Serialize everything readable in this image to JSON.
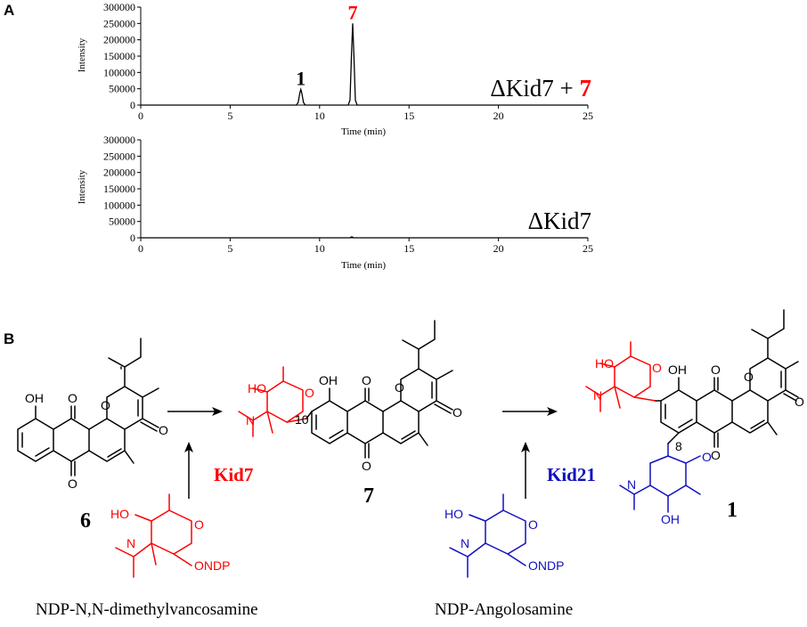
{
  "figure": {
    "panel_a_label": "A",
    "panel_b_label": "B"
  },
  "colors": {
    "red": "#ff0000",
    "blue": "#1010c0",
    "black": "#000000"
  },
  "chart_data": [
    {
      "type": "line",
      "xlabel": "Time (min)",
      "ylabel": "Intensity",
      "xlim": [
        0,
        25
      ],
      "ylim": [
        0,
        300000
      ],
      "x_ticks": [
        0,
        5,
        10,
        15,
        20,
        25
      ],
      "y_ticks": [
        0,
        50000,
        100000,
        150000,
        200000,
        250000,
        300000
      ],
      "sample_label": {
        "prefix": "ΔKid7 + ",
        "suffix": "7"
      },
      "peaks": [
        {
          "label": "1",
          "rt": 8.95,
          "height": 48000,
          "color": "#000000"
        },
        {
          "label": "7",
          "rt": 11.85,
          "height": 250000,
          "color": "#ff0000"
        }
      ],
      "series": [
        {
          "x": [
            0,
            8.7,
            8.8,
            8.9,
            8.95,
            9.0,
            9.1,
            9.2,
            11.6,
            11.7,
            11.78,
            11.85,
            11.92,
            12.0,
            12.1,
            25
          ],
          "y": [
            0,
            0,
            8000,
            38000,
            48000,
            38000,
            8000,
            0,
            0,
            15000,
            150000,
            250000,
            150000,
            15000,
            0,
            0
          ]
        }
      ]
    },
    {
      "type": "line",
      "xlabel": "Time (min)",
      "ylabel": "Intensity",
      "xlim": [
        0,
        25
      ],
      "ylim": [
        0,
        300000
      ],
      "x_ticks": [
        0,
        5,
        10,
        15,
        20,
        25
      ],
      "y_ticks": [
        0,
        50000,
        100000,
        150000,
        200000,
        250000,
        300000
      ],
      "sample_label": {
        "prefix": "ΔKid7",
        "suffix": ""
      },
      "peaks": [],
      "series": [
        {
          "x": [
            0,
            11.7,
            11.8,
            11.9,
            25
          ],
          "y": [
            0,
            0,
            3000,
            0,
            0
          ]
        }
      ]
    }
  ],
  "scheme": {
    "compound_6": "6",
    "compound_7": "7",
    "compound_1": "1",
    "enzyme_1": "Kid7",
    "enzyme_2": "Kid21",
    "sugar_1": "NDP-N,N-dimethylvancosamine",
    "sugar_2": "NDP-Angolosamine",
    "pos_10": "10",
    "pos_8": "8",
    "atoms": {
      "oh": "OH",
      "o": "O",
      "n": "N",
      "ho": "HO",
      "ondp": "ONDP"
    }
  }
}
